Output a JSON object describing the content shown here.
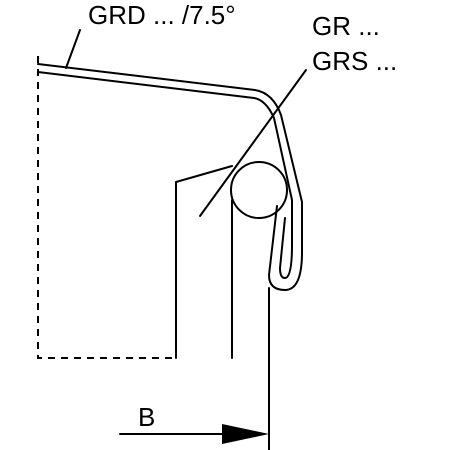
{
  "labels": {
    "grd": "GRD ... /7.5°",
    "gr": "GR ...",
    "grs": "GRS ...",
    "dimension": "B"
  },
  "colors": {
    "stroke": "#000000",
    "background": "#ffffff"
  }
}
